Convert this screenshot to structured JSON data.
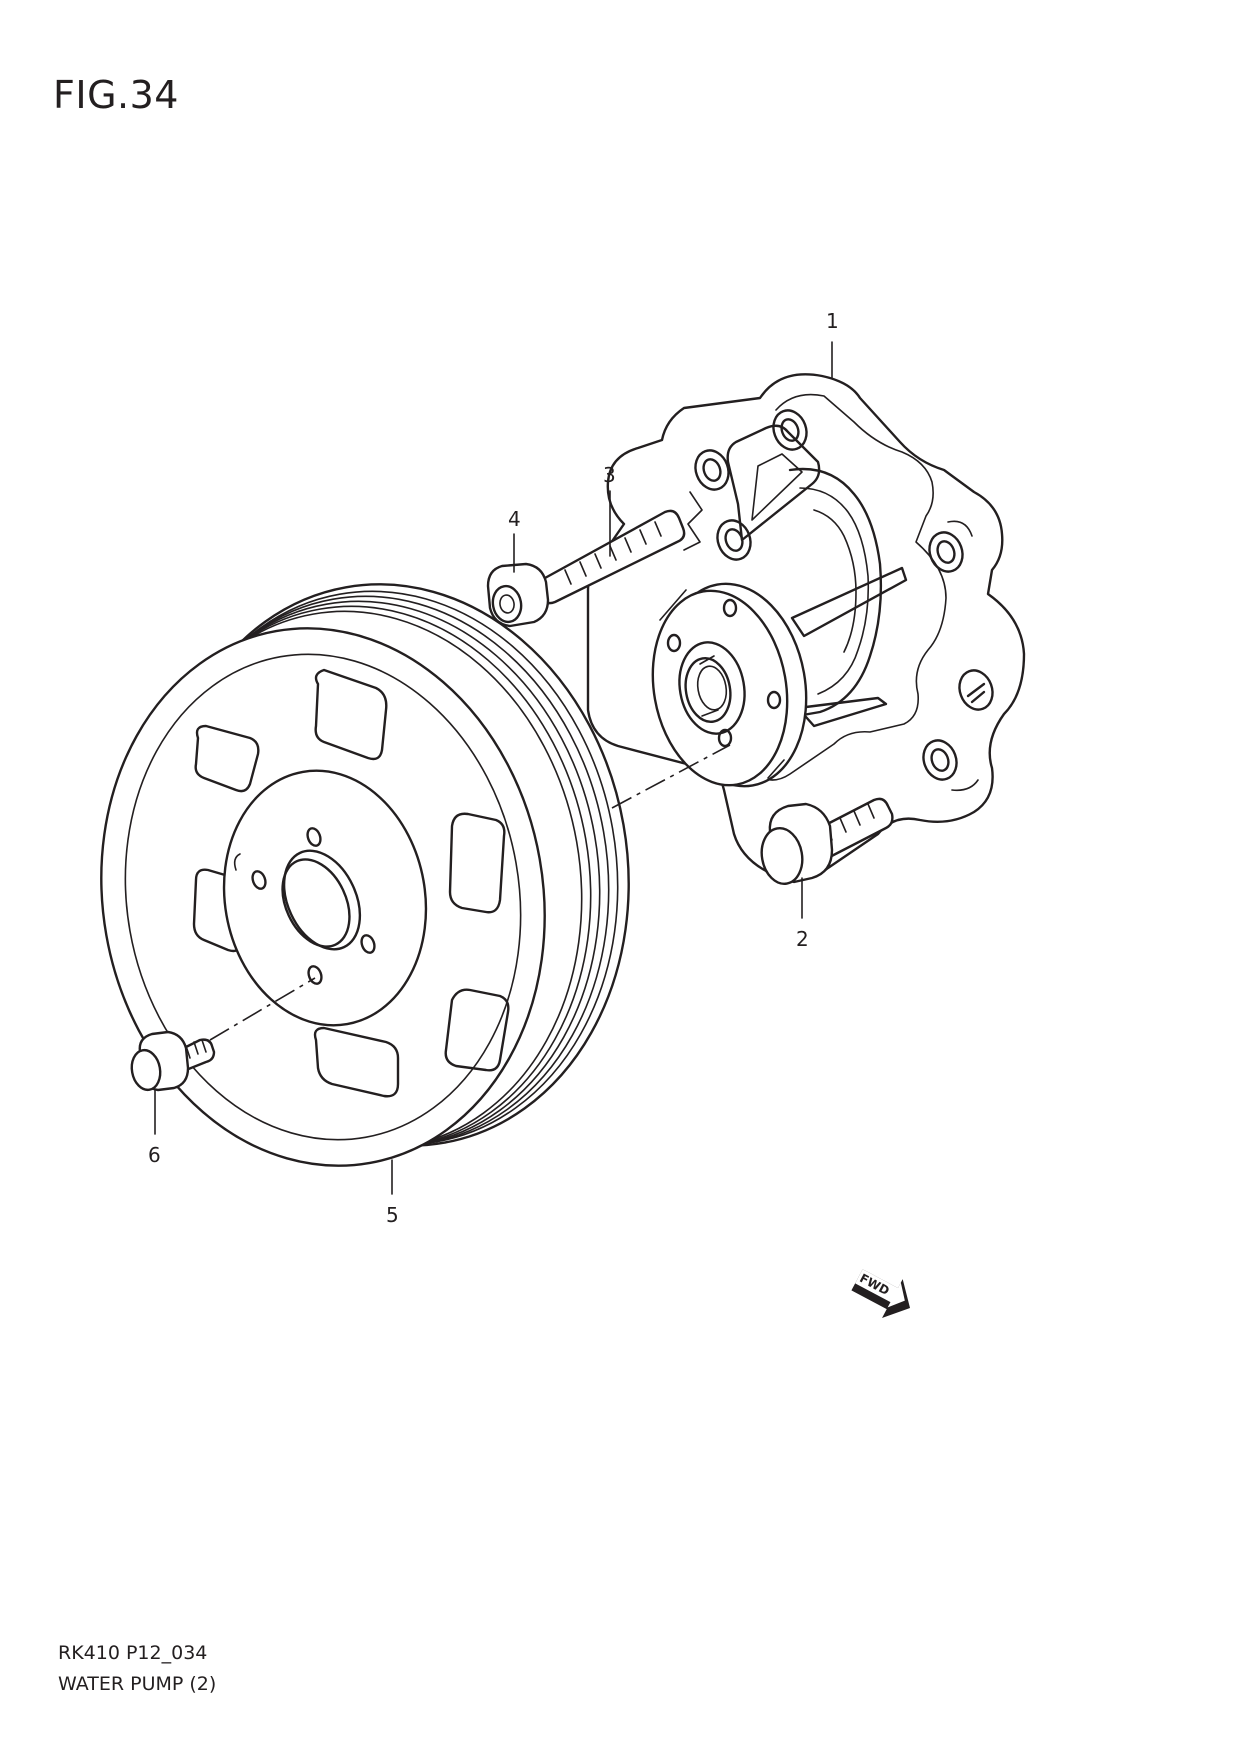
{
  "figure": {
    "title": "FIG.34"
  },
  "callouts": [
    {
      "id": "1",
      "label": "1"
    },
    {
      "id": "2",
      "label": "2"
    },
    {
      "id": "3",
      "label": "3"
    },
    {
      "id": "4",
      "label": "4"
    },
    {
      "id": "5",
      "label": "5"
    },
    {
      "id": "6",
      "label": "6"
    }
  ],
  "direction_badge": {
    "label": "FWD"
  },
  "footer": {
    "code": "RK410 P12_034",
    "name": "WATER PUMP (2)"
  }
}
